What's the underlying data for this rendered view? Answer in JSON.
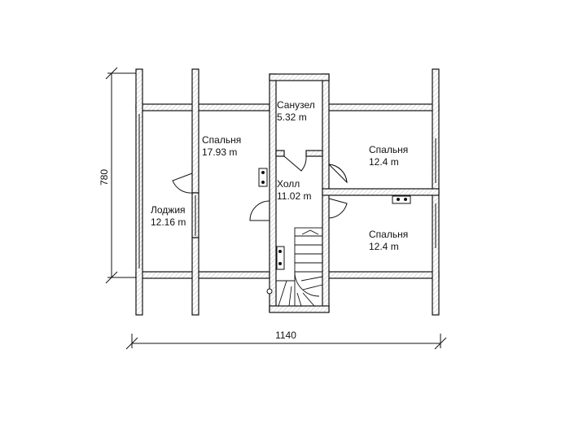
{
  "rooms": [
    {
      "id": "bath",
      "name": "Санузел",
      "area": "5.32 m"
    },
    {
      "id": "bed1",
      "name": "Спальня",
      "area": "17.93 m"
    },
    {
      "id": "bed2",
      "name": "Спальня",
      "area": "12.4 m"
    },
    {
      "id": "hall",
      "name": "Холл",
      "area": "11.02 m"
    },
    {
      "id": "loggia",
      "name": "Лоджия",
      "area": "12.16 m"
    },
    {
      "id": "bed3",
      "name": "Спальня",
      "area": "12.4 m"
    }
  ],
  "dimensions": {
    "width": "1140",
    "height": "780"
  }
}
